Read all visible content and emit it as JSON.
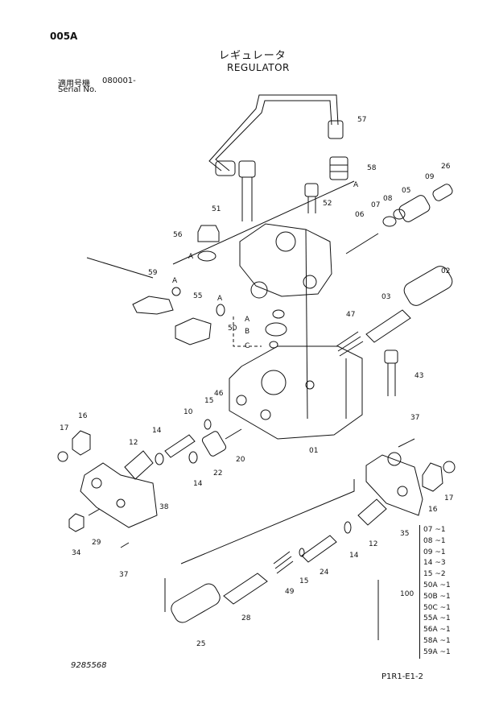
{
  "header": {
    "page_code": "005A",
    "title_jp": "レギュレータ",
    "title_en": "REGULATOR",
    "serial_label_jp": "適用号機",
    "serial_value": "080001-",
    "serial_label_en": "Serial No."
  },
  "callouts": [
    "57",
    "58",
    "A",
    "09",
    "26",
    "05",
    "08",
    "07",
    "06",
    "51",
    "52",
    "56",
    "A",
    "59",
    "A",
    "55",
    "A",
    "50",
    "A",
    "B",
    "C",
    "02",
    "03",
    "47",
    "43",
    "16",
    "17",
    "12",
    "14",
    "10",
    "15",
    "46",
    "22",
    "20",
    "14",
    "01",
    "37",
    "38",
    "34",
    "29",
    "37",
    "16",
    "17",
    "35",
    "14",
    "12",
    "24",
    "15",
    "49",
    "28",
    "25"
  ],
  "legend": {
    "group_number": "100",
    "items": [
      {
        "part": "07",
        "qty": "~1"
      },
      {
        "part": "08",
        "qty": "~1"
      },
      {
        "part": "09",
        "qty": "~1"
      },
      {
        "part": "14",
        "qty": "~3"
      },
      {
        "part": "15",
        "qty": "~2"
      },
      {
        "part": "50A",
        "qty": "~1"
      },
      {
        "part": "50B",
        "qty": "~1"
      },
      {
        "part": "50C",
        "qty": "~1"
      },
      {
        "part": "55A",
        "qty": "~1"
      },
      {
        "part": "56A",
        "qty": "~1"
      },
      {
        "part": "58A",
        "qty": "~1"
      },
      {
        "part": "59A",
        "qty": "~1"
      }
    ]
  },
  "footer": {
    "drawing_number": "9285568",
    "page_ref": "P1R1-E1-2"
  }
}
